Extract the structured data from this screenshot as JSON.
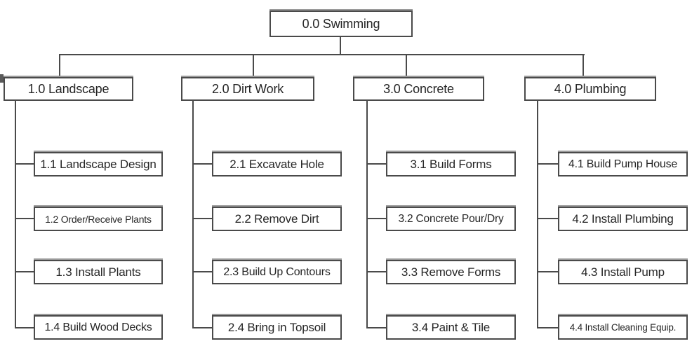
{
  "diagram": {
    "type": "wbs-tree",
    "title": "0.0 Swimming",
    "root": {
      "id": "0.0",
      "label": "0.0 Swimming"
    },
    "branches": [
      {
        "id": "1.0",
        "label": "1.0 Landscape",
        "children": [
          {
            "id": "1.1",
            "label": "1.1 Landscape Design"
          },
          {
            "id": "1.2",
            "label": "1.2 Order/Receive Plants"
          },
          {
            "id": "1.3",
            "label": "1.3 Install Plants"
          },
          {
            "id": "1.4",
            "label": "1.4 Build Wood Decks"
          }
        ]
      },
      {
        "id": "2.0",
        "label": "2.0 Dirt Work",
        "children": [
          {
            "id": "2.1",
            "label": "2.1 Excavate Hole"
          },
          {
            "id": "2.2",
            "label": "2.2 Remove Dirt"
          },
          {
            "id": "2.3",
            "label": "2.3 Build Up Contours"
          },
          {
            "id": "2.4",
            "label": "2.4 Bring in Topsoil"
          }
        ]
      },
      {
        "id": "3.0",
        "label": "3.0 Concrete",
        "children": [
          {
            "id": "3.1",
            "label": "3.1 Build Forms"
          },
          {
            "id": "3.2",
            "label": "3.2 Concrete Pour/Dry"
          },
          {
            "id": "3.3",
            "label": "3.3 Remove Forms"
          },
          {
            "id": "3.4",
            "label": "3.4 Paint & Tile"
          }
        ]
      },
      {
        "id": "4.0",
        "label": "4.0 Plumbing",
        "children": [
          {
            "id": "4.1",
            "label": "4.1 Build Pump House"
          },
          {
            "id": "4.2",
            "label": "4.2 Install Plumbing"
          },
          {
            "id": "4.3",
            "label": "4.3 Install Pump"
          },
          {
            "id": "4.4",
            "label": "4.4 Install Cleaning Equip."
          }
        ]
      }
    ]
  },
  "colors": {
    "box_border": "#4a4a4a",
    "connector": "#4a4a4a",
    "box_fill": "#ffffff",
    "text": "#262626"
  }
}
